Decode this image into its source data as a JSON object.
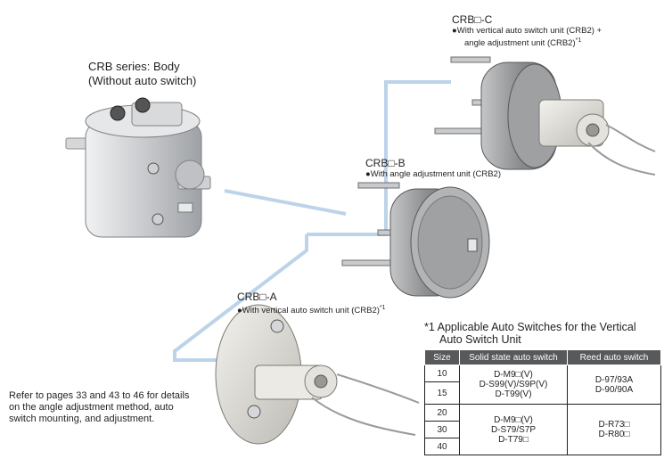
{
  "body_label": {
    "line1": "CRB series: Body",
    "line2": "(Without auto switch)"
  },
  "variant_c": {
    "code": "CRB□-C",
    "line1": "●With vertical auto switch unit (CRB2) +",
    "line2": "angle adjustment unit (CRB2)",
    "sup": "*1"
  },
  "variant_b": {
    "code": "CRB□-B",
    "line1": "●With angle adjustment unit (CRB2)"
  },
  "variant_a": {
    "code": "CRB□-A",
    "line1": "●With vertical auto switch unit (CRB2)",
    "sup": "*1"
  },
  "note": {
    "line1": "Refer to pages 33 and 43 to 46 for details",
    "line2": "on the angle adjustment method, auto",
    "line3": "switch mounting, and adjustment."
  },
  "switch_table": {
    "marker": "*1",
    "title_line1": "Applicable Auto Switches for the Vertical",
    "title_line2": "Auto Switch Unit",
    "headers": [
      "Size",
      "Solid state auto switch",
      "Reed auto switch"
    ],
    "sizes": [
      "10",
      "15",
      "20",
      "30",
      "40"
    ],
    "group1_solid": [
      "D-M9□(V)",
      "D-S99(V)/S9P(V)",
      "D-T99(V)"
    ],
    "group1_reed": [
      "D-97/93A",
      "D-90/90A"
    ],
    "group2_solid": [
      "D-M9□(V)",
      "D-S79/S7P",
      "D-T79□"
    ],
    "group2_reed": [
      "D-R73□",
      "D-R80□"
    ]
  },
  "colors": {
    "connector_line": "#bcd3ea",
    "header_bg": "#58595b",
    "body_metal": "#c7c9cc",
    "cast_metal": "#a7a8aa"
  }
}
